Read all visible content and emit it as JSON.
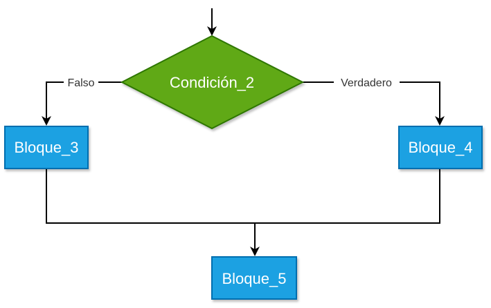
{
  "diagram": {
    "condition": {
      "label": "Condición_2",
      "fill": "#60a917",
      "stroke": "#2d7600"
    },
    "blocks": {
      "b3": {
        "label": "Bloque_3"
      },
      "b4": {
        "label": "Bloque_4"
      },
      "b5": {
        "label": "Bloque_5"
      },
      "fill": "#1ba1e2",
      "stroke": "#006eaf"
    },
    "edges": {
      "false_label": "Falso",
      "true_label": "Verdadero",
      "color": "#000000"
    }
  }
}
